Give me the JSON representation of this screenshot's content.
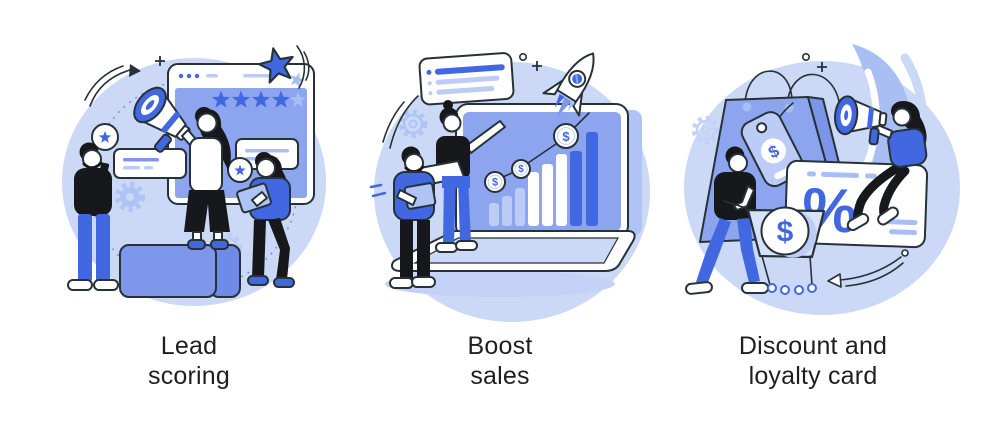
{
  "page": {
    "background": "#FFFFFF",
    "description": "Set of three flat-style marketing concept illustrations with captions"
  },
  "palette": {
    "blob": "#CBD9F6",
    "panel_blue": "#8CA5EE",
    "royal_blue": "#4168E0",
    "light_accent": "#A9BEF2",
    "pale_blue": "#BCCCF6",
    "outline": "#263238",
    "clothing_black": "#16181B",
    "caption_text": "#1F1F1F"
  },
  "panels": [
    {
      "id": "lead-scoring",
      "caption_lines": [
        "Lead",
        "scoring"
      ],
      "rating": {
        "filled_stars": 4,
        "total_stars": 5
      }
    },
    {
      "id": "boost-sales",
      "caption_lines": [
        "Boost",
        "sales"
      ],
      "coin_symbol": "$",
      "chart_bars_ascending": 8
    },
    {
      "id": "discount-loyalty-card",
      "caption_lines": [
        "Discount and",
        "loyalty card"
      ],
      "percent_symbol": "%",
      "price_tag_symbol": "$",
      "coin_symbol": "$"
    }
  ]
}
